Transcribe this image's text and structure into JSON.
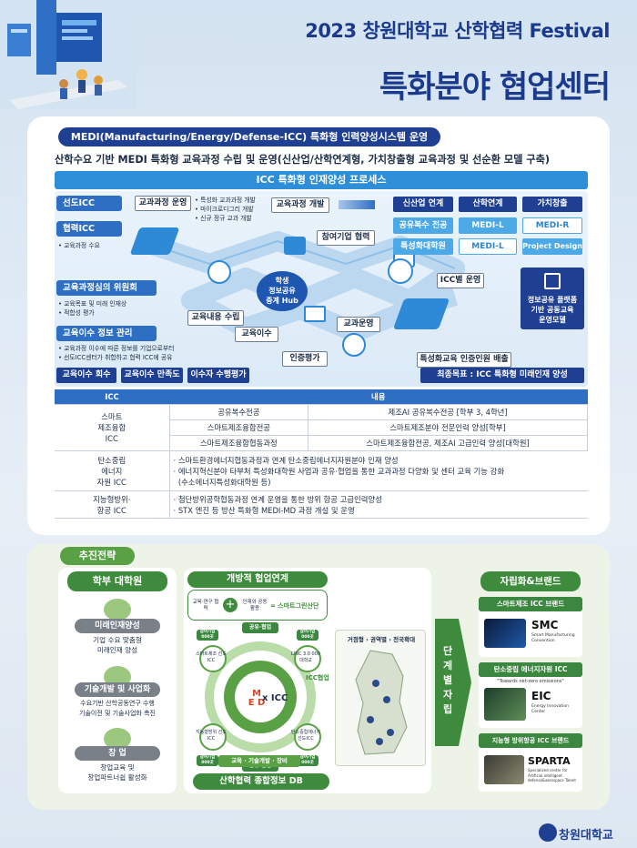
{
  "header": {
    "title_line1": "2023 창원대학교 산학협력 Festival",
    "title_line2": "특화분야 협업센터"
  },
  "section1": {
    "heading": "MEDI(Manufacturing/Energy/Defense-ICC) 특화형 인력양성시스템 운영",
    "subtitle": "산학수요 기반 MEDI 특화형 교육과정 수립 및 운영(신산업/산학연계형, 가치창출형 교육과정 및 선순환 모델 구축)",
    "process_bar": "ICC 특화형 인재양성 프로세스"
  },
  "diagram": {
    "left_labels": {
      "pioneer": "선도ICC",
      "cooperative": "협력ICC",
      "coop_bullet": "• 교육과정 수요",
      "committee": "교육과정심의 위원회",
      "committee_bullets": [
        "• 교육목표 및 미래 인재상",
        "• 적합성 평가"
      ],
      "info_mgmt": "교육이수 정보 관리",
      "info_bullets": [
        "• 교육과정 이수에 따른 정보를 기업으로부터",
        "• 선도ICC센터가 취합하고 협력 ICC에 공유"
      ]
    },
    "steps": {
      "curriculum_ops": "교과과정 운영",
      "curriculum_bullets": [
        "• 특성화 교과과정 개발",
        "• 마이크로디그리 개발",
        "• 신규 정규 교과 개발"
      ],
      "curriculum_dev": "교육과정 개발",
      "corp_participation": "참여기업 협력",
      "content_plan": "교육내용 수립",
      "completion": "교육이수",
      "class_ops": "교과운영",
      "certification": "인증평가",
      "per_icc_ops": "ICC별 운영",
      "specialized_grad": "특성화교육 인증인원 배출"
    },
    "hub": [
      "학생",
      "정보공유",
      "중계 Hub"
    ],
    "grid_headers": [
      "신산업 연계",
      "산학연계",
      "가치창출"
    ],
    "grid_rows": [
      [
        "공유복수 전공",
        "MEDI-L",
        "MEDI-R"
      ],
      [
        "특성화대학원",
        "MEDI-L",
        "Project Design"
      ]
    ],
    "platform": [
      "정보공유 플랫폼",
      "기반 공동교육",
      "운영모델"
    ],
    "bottom_tags": [
      "교육이수 회수",
      "교육이수 만족도",
      "이수자 수행평가"
    ],
    "final_goal": "최종목표 : ICC 특화형 미래인재 양성"
  },
  "table": {
    "headers": [
      "ICC",
      "내용"
    ],
    "rows": [
      {
        "icc": "스마트\n제조융합\nICC",
        "sub": [
          [
            "공유복수전공",
            "제조AI 공유복수전공 [학부 3, 4학년]"
          ],
          [
            "스마트제조융합전공",
            "스마트제조분야 전문인력 양성[학부]"
          ],
          [
            "스마트제조융합협동과정",
            "스마트제조융합전공, 제조AI 고급인력 양성[대학원]"
          ]
        ]
      },
      {
        "icc": "탄소중립\n에너지\n자원 ICC",
        "text": [
          "· 스마트환경에너지협동과정과 연계 탄소중립에너지자원분야 인재 양성",
          "· 에너지혁신분야 타부처 특성화대학원 사업과 공유·협업을 통한 교과과정 다양화 및 센터 교육 기능 강화",
          "  (수소에너지특성화대학원 등)"
        ]
      },
      {
        "icc": "지능형방위·\n항공 ICC",
        "text": [
          "· 첨단방위공학협동과정 연계 운영을 통한 방위 항공 고급인력양성",
          "· STX 엔진 등 방산 특화형 MEDI-MD 과정 개설 및 운영"
        ]
      }
    ]
  },
  "section2": {
    "heading": "추진전략",
    "left": {
      "title": "학부 대학원",
      "items": [
        {
          "label": "미래인재양성",
          "text": [
            "기업 수요 맞춤형",
            "미래인재 양성"
          ]
        },
        {
          "label": "기술개발 및 사업화",
          "text": [
            "수요기반 산학공동연구 수행",
            "기술이전 및 기술사업화 촉진"
          ]
        },
        {
          "label": "창 업",
          "text": [
            "창업교육 및",
            "창업파트너쉽 활성화"
          ]
        }
      ]
    },
    "center": {
      "title": "개방적 협업연계",
      "top_items": [
        "교육·연구 협력",
        "인재와 공동활용",
        "= 스마트그린산단"
      ],
      "ring_tags": [
        "공유·협업",
        "공유·협업"
      ],
      "nodes": [
        "스마트제조 선도 ICC",
        "LINC 3.0 000대학교",
        "지능형방위 선도ICC",
        "탄소중립에너지 선도ICC"
      ],
      "partner": "참여기업 000곳",
      "core": "M E D",
      "core_right": "x ICC",
      "icc_link": "ICC협업",
      "map_label": "거점형 › 권역별 › 전국확대",
      "tech_bar": "교육 · 기술개발 · 장비",
      "db": "산학협력 종합정보 DB"
    },
    "arrow": [
      "단",
      "계",
      "별",
      "자",
      "립"
    ],
    "right": {
      "title": "자립화&브랜드",
      "brands": [
        {
          "name": "스마트제조 ICC 브랜드",
          "logo": "SMC",
          "logo_sub": "Smart Manufacturing Convention"
        },
        {
          "name": "탄소중립 에너지자원 ICC",
          "logo": "EIC",
          "logo_sub": "Energy Innovation Center",
          "quote": "\"Towards net-zero emissions\""
        },
        {
          "name": "지능형 방위항공 ICC 브랜드",
          "logo": "SPARTA",
          "logo_sub": "Specialized center for Artificial intelligent defense&aerospace Talent"
        }
      ]
    }
  },
  "footer": {
    "university": "창원대학교"
  },
  "colors": {
    "navy": "#1f3f93",
    "blue": "#2e6fc4",
    "sky": "#4da9e6",
    "green": "#3f8b3e"
  }
}
